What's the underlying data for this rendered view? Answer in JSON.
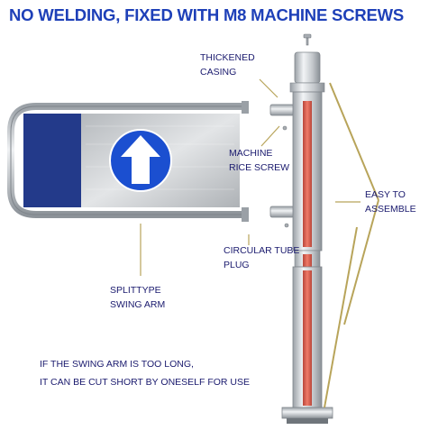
{
  "headline": "NO WELDING, FIXED WITH M8 MACHINE SCREWS",
  "labels": {
    "thickened_casing": [
      "THICKENED",
      "CASING"
    ],
    "machine_rice_screw": [
      "MACHINE",
      "RICE SCREW"
    ],
    "easy_to_assemble": [
      "EASY TO",
      "ASSEMBLE"
    ],
    "circular_tube_plug": [
      "CIRCULAR TUBE",
      "PLUG"
    ],
    "splittype_swing_arm": [
      "SPLITTYPE",
      "SWING ARM"
    ]
  },
  "note": [
    "IF THE SWING ARM IS TOO LONG,",
    "IT CAN BE CUT SHORT BY ONESELF FOR USE"
  ],
  "colors": {
    "headline": "#1e40b8",
    "label_text": "#1a1a6e",
    "panel_blue": "#233a8a",
    "arrow_circle": "#1b4fd0",
    "steel": "#c9cdd2",
    "red_core": "#e05a4a",
    "leader_line": "#b8a45a"
  },
  "icons": {
    "arrow": "up-arrow-icon",
    "screw": "screw-icon"
  }
}
